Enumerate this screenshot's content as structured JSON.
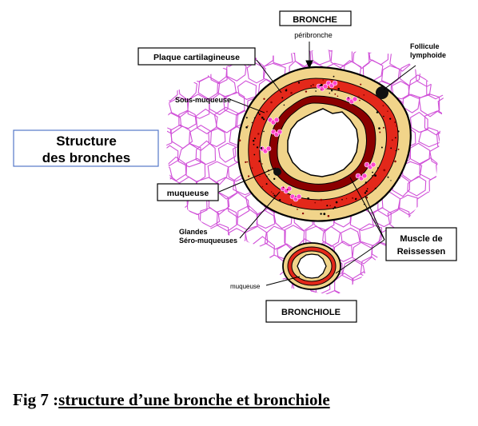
{
  "diagram": {
    "title_box": {
      "line1": "Structure",
      "line2": "des bronches"
    },
    "bronche": "BRONCHE",
    "bronchiole": "BRONCHIOLE",
    "labels": {
      "peribronche": "péribronche",
      "follicule_line1": "Follicule",
      "follicule_line2": "lymphoide",
      "plaque": "Plaque cartilagineuse",
      "sous_muqueuse": "Sous-muqueuse",
      "muqueuse": "muqueuse",
      "glandes_line1": "Glandes",
      "glandes_line2": "Séro-muqueuses",
      "muscle_line1": "Muscle de",
      "muscle_line2": "Reissessen",
      "muqueuse_small": "muqueuse"
    },
    "colors": {
      "title_blue": "#1a35a8",
      "title_box_border": "#5577c8",
      "alveoli": "#d050d8",
      "outer_ring": "#f1d48a",
      "muscle_red": "#e3281a",
      "dark_red": "#8b0000",
      "gland_pink": "#ff44cc",
      "follicle_label": "#b000b0",
      "glandes_label": "#e040d8"
    }
  },
  "caption": {
    "prefix": "Fig 7 :",
    "text": "structure d’une bronche et bronchiole"
  }
}
